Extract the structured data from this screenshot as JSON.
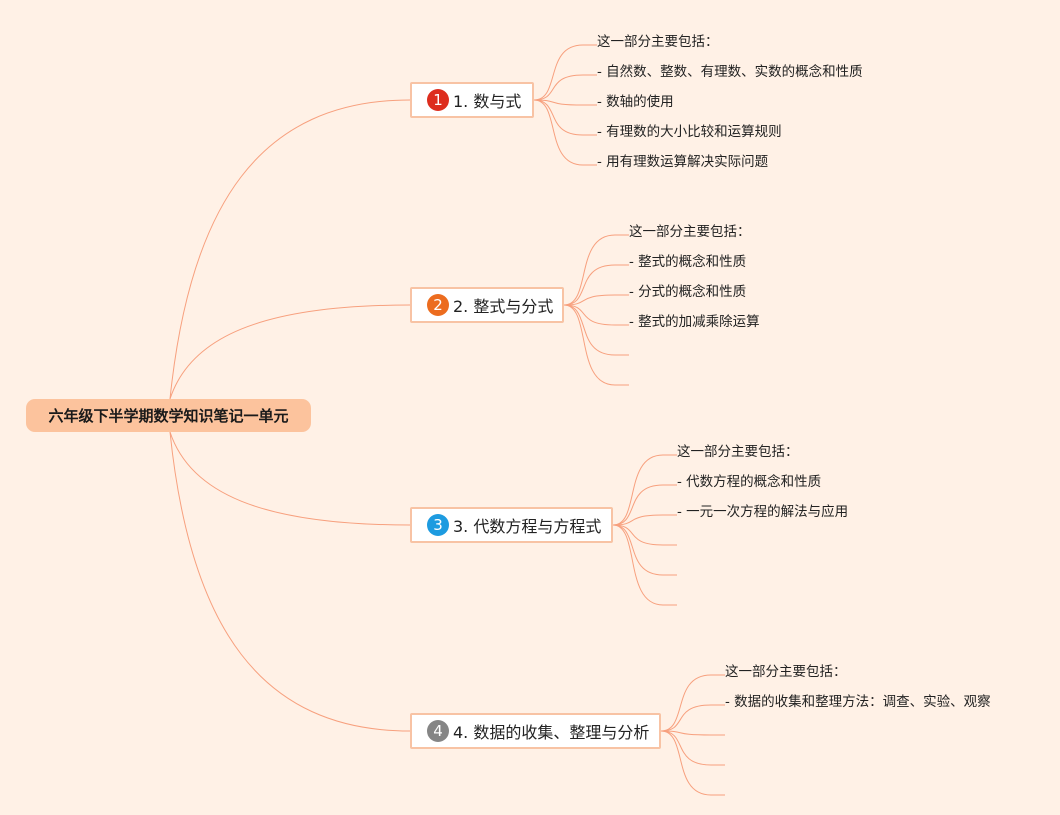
{
  "root": {
    "label": "六年级下半学期数学知识笔记一单元"
  },
  "colors": {
    "line": "#f7a07e",
    "root_fill": "#fcc39d",
    "branch_border": "#f8c3a4",
    "background": "#fff1e6"
  },
  "branches": [
    {
      "badge": "1",
      "badge_color": "#dd2d1e",
      "label": "1. 数与式",
      "leaves": [
        "这一部分主要包括：",
        "- 自然数、整数、有理数、实数的概念和性质",
        "- 数轴的使用",
        "- 有理数的大小比较和运算规则",
        "- 用有理数运算解决实际问题"
      ]
    },
    {
      "badge": "2",
      "badge_color": "#ec6c1f",
      "label": "2. 整式与分式",
      "leaves": [
        "这一部分主要包括：",
        "- 整式的概念和性质",
        "- 分式的概念和性质",
        "- 整式的加减乘除运算",
        "",
        ""
      ]
    },
    {
      "badge": "3",
      "badge_color": "#1d9be0",
      "label": "3. 代数方程与方程式",
      "leaves": [
        "这一部分主要包括：",
        "- 代数方程的概念和性质",
        "- 一元一次方程的解法与应用",
        "",
        "",
        ""
      ]
    },
    {
      "badge": "4",
      "badge_color": "#858585",
      "label": "4. 数据的收集、整理与分析",
      "leaves": [
        "这一部分主要包括：",
        "- 数据的收集和整理方法：调查、实验、观察",
        "",
        "",
        ""
      ]
    }
  ]
}
